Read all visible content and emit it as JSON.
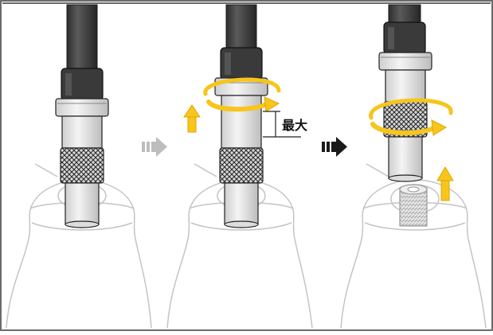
{
  "diagram": {
    "max_label": "最大",
    "steps": [
      "step-1-connected",
      "step-2-unscrew-and-lift",
      "step-3-removed"
    ],
    "icons": [
      "hose",
      "knurled-coupling-nut",
      "faucet-body",
      "threaded-spout",
      "rotate-arrow",
      "lift-arrow",
      "next-step-arrow"
    ]
  },
  "colors": {
    "frame": "#6b6b6b",
    "hose_dark": "#3c3c3c",
    "metal_light": "#ececec",
    "metal_mid": "#c9c9c9",
    "outline": "#222222",
    "faucet_line": "#c4c4c4",
    "accent_yellow": "#f7c51b",
    "accent_orange": "#f0a000",
    "arrow_gray": "#bdbdbd",
    "arrow_dark": "#1a1a1a"
  }
}
